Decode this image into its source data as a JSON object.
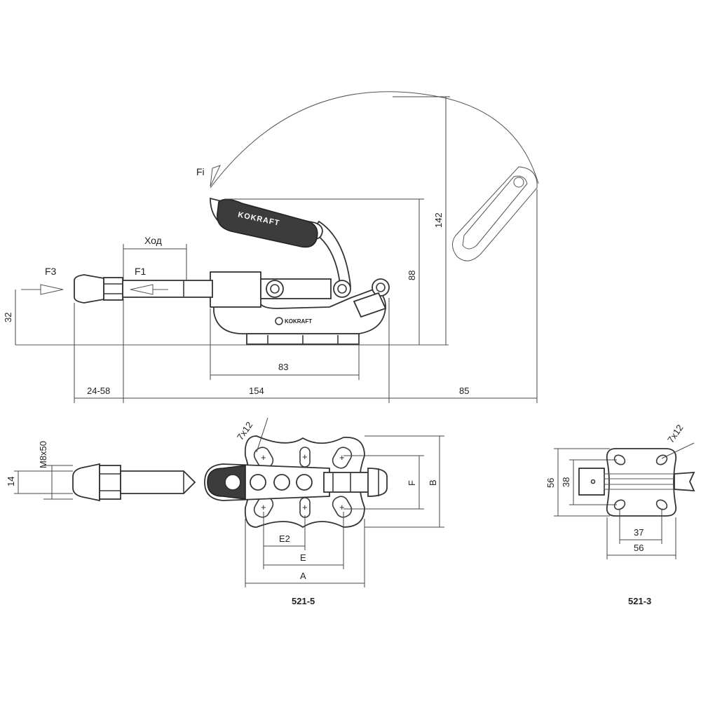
{
  "side_view": {
    "labels": {
      "force_f3": "F3",
      "force_f1": "F1",
      "force_fi": "Fi",
      "stroke": "Ход"
    },
    "dimensions": {
      "height_32": "32",
      "base_83": "83",
      "adjust_24_58": "24-58",
      "length_154": "154",
      "swing_85": "85",
      "height_88": "88",
      "height_142": "142"
    },
    "brand_text": "KOKRAFT"
  },
  "top_view_521_5": {
    "caption": "521-5",
    "dimensions": {
      "thread": "M8x50",
      "dia_14": "14",
      "slot": "7x12",
      "f": "F",
      "b": "B",
      "e2": "E2",
      "e": "E",
      "a": "A"
    }
  },
  "top_view_521_3": {
    "caption": "521-3",
    "dimensions": {
      "slot": "7x12",
      "h56": "56",
      "h38": "38",
      "w37": "37",
      "w56": "56"
    }
  }
}
